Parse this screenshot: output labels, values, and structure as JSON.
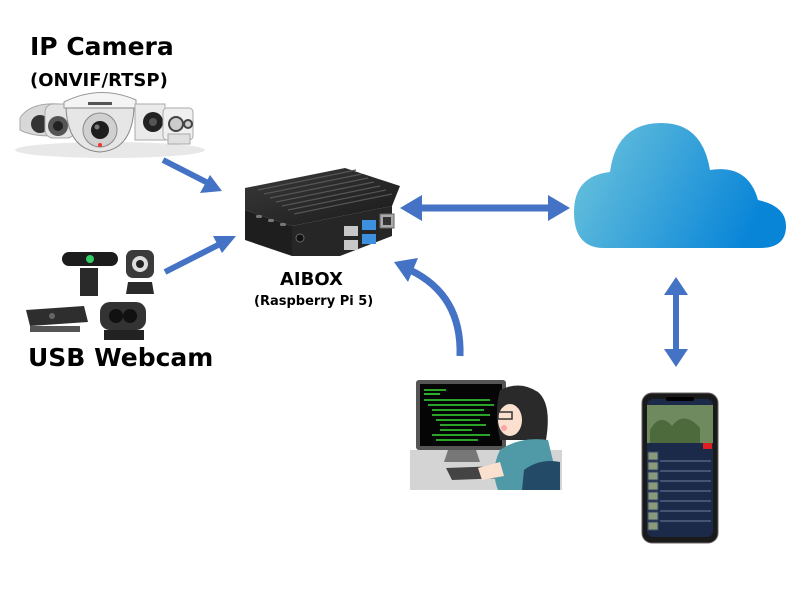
{
  "ip_camera": {
    "title": "IP Camera",
    "subtitle": "(ONVIF/RTSP)"
  },
  "usb_webcam": {
    "title": "USB Webcam"
  },
  "aibox": {
    "title": "AIBOX",
    "subtitle": "(Raspberry Pi 5)"
  },
  "colors": {
    "arrow": "#4472c4",
    "cloud_start": "#6ec4dc",
    "cloud_end": "#0a86d8",
    "code_green": "#38d838"
  },
  "connections": [
    {
      "from": "ip_camera",
      "to": "aibox",
      "direction": "one-way"
    },
    {
      "from": "usb_webcam",
      "to": "aibox",
      "direction": "one-way"
    },
    {
      "from": "aibox",
      "to": "cloud",
      "direction": "two-way"
    },
    {
      "from": "cloud",
      "to": "smartphone",
      "direction": "two-way"
    },
    {
      "from": "developer",
      "to": "aibox",
      "direction": "one-way"
    }
  ]
}
